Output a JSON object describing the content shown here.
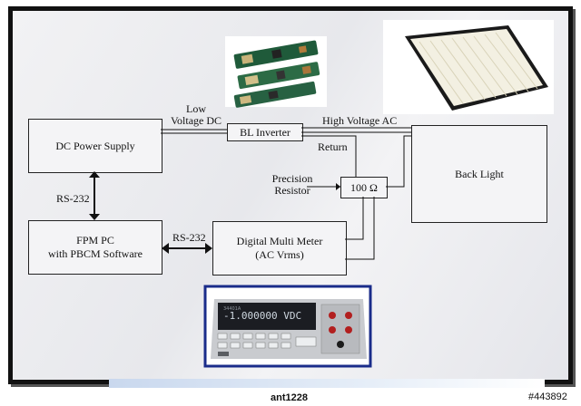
{
  "blocks": {
    "dc_power_supply": "DC Power Supply",
    "fpm_pc_line1": "FPM PC",
    "fpm_pc_line2": "with PBCM Software",
    "bl_inverter": "BL Inverter",
    "back_light": "Back Light",
    "resistor": "100 Ω",
    "dmm_line1": "Digital Multi Meter",
    "dmm_line2": "(AC Vrms)"
  },
  "labels": {
    "low_voltage_line1": "Low",
    "low_voltage_line2": "Voltage DC",
    "high_voltage": "High Voltage AC",
    "return": "Return",
    "precision_line1": "Precision",
    "precision_line2": "Resistor",
    "rs232_vertical": "RS-232",
    "rs232_horizontal": "RS-232"
  },
  "photos": {
    "meter_display": "-1.000000 VDC",
    "meter_brand": "34401A"
  },
  "footer": {
    "caption": "ant1228",
    "id": "#443892"
  },
  "colors": {
    "frame": "#111111",
    "meter_border": "#1a2c8a"
  }
}
